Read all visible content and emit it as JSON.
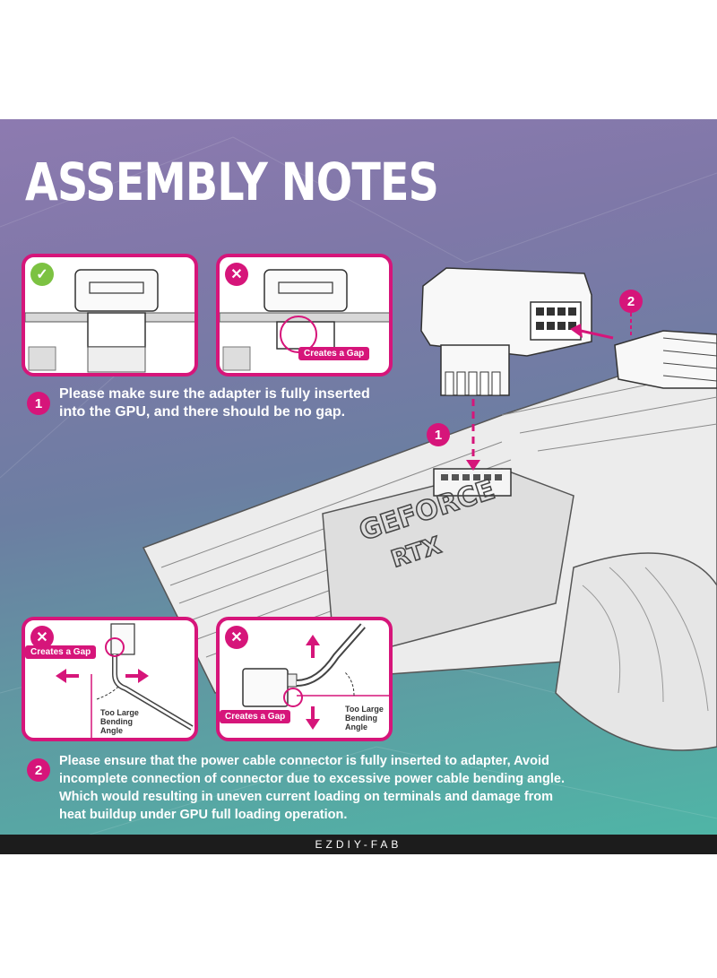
{
  "title": "ASSEMBLY NOTES",
  "icons": {
    "ok": "check-icon",
    "no": "cross-icon"
  },
  "colors": {
    "accent": "#d6157a",
    "ok": "#7cc242",
    "title": "#ffffff"
  },
  "note1": {
    "number": "1",
    "text_line1": "Please make sure the adapter is fully inserted",
    "text_line2": "into the GPU, and there should be no gap."
  },
  "card_top_right": {
    "gap_label": "Creates a Gap"
  },
  "diagram": {
    "step1": "1",
    "step2": "2",
    "gpu_brand_line1": "GEFORCE",
    "gpu_brand_line2": "RTX"
  },
  "card_bottom_left": {
    "gap_label": "Creates a Gap",
    "angle_l1": "Too Large",
    "angle_l2": "Bending",
    "angle_l3": "Angle"
  },
  "card_bottom_right": {
    "gap_label": "Creates a Gap",
    "angle_l1": "Too Large",
    "angle_l2": "Bending",
    "angle_l3": "Angle"
  },
  "note2": {
    "number": "2",
    "line1": "Please ensure that the power cable connector is fully inserted to adapter, Avoid",
    "line2": "incomplete connection of connector due to excessive power cable bending angle.",
    "line3": "Which would resulting in uneven current loading on terminals and damage from",
    "line4": "heat buildup under GPU full loading operation."
  },
  "brand": "EZDIY-FAB"
}
